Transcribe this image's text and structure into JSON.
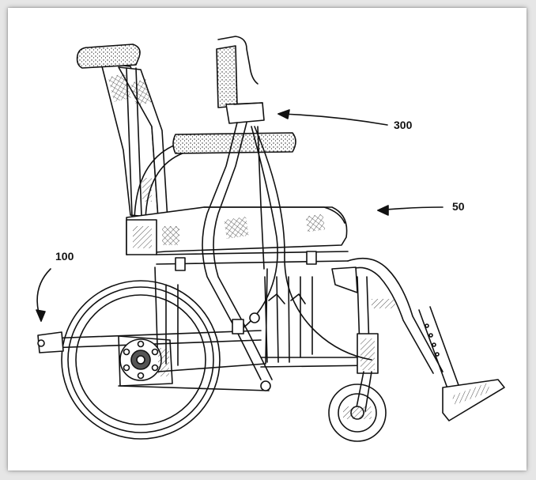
{
  "figure": {
    "labels": {
      "handle_assembly": "300",
      "seat_frame": "50",
      "rear_attachment": "100"
    }
  }
}
